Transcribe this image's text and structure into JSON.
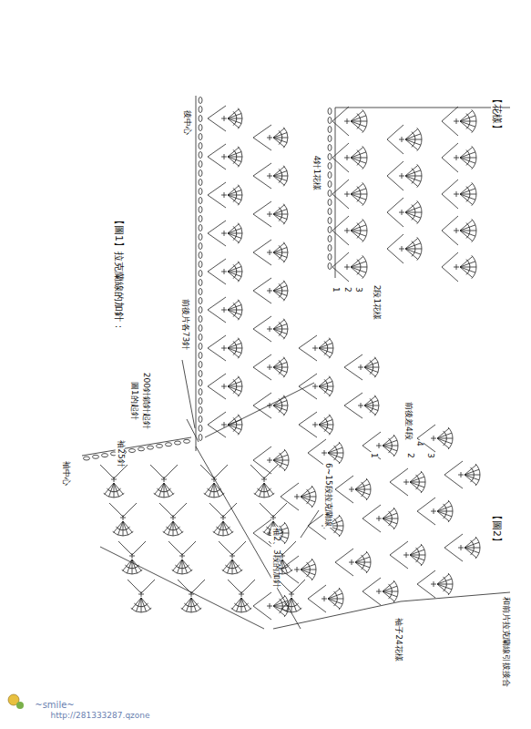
{
  "diagram": {
    "labels": [
      "【花樣】",
      "4針1花樣",
      "2段1花樣",
      "3",
      "2",
      "1",
      "【圖2】",
      "前後差4段",
      "4",
      "3",
      "2",
      "1",
      "和前片拉克蘭線引拔接合",
      "袖子24花樣",
      "袖2、3段的加針",
      "6~15段拉克蘭線",
      "【圖1】拉克蘭線的加針：",
      "後中心",
      "前後片各73針",
      "200針鎖針起針",
      "圖1的起針",
      "袖25針",
      "袖中心",
      "~smile~",
      "http://281333287.qzone"
    ]
  }
}
